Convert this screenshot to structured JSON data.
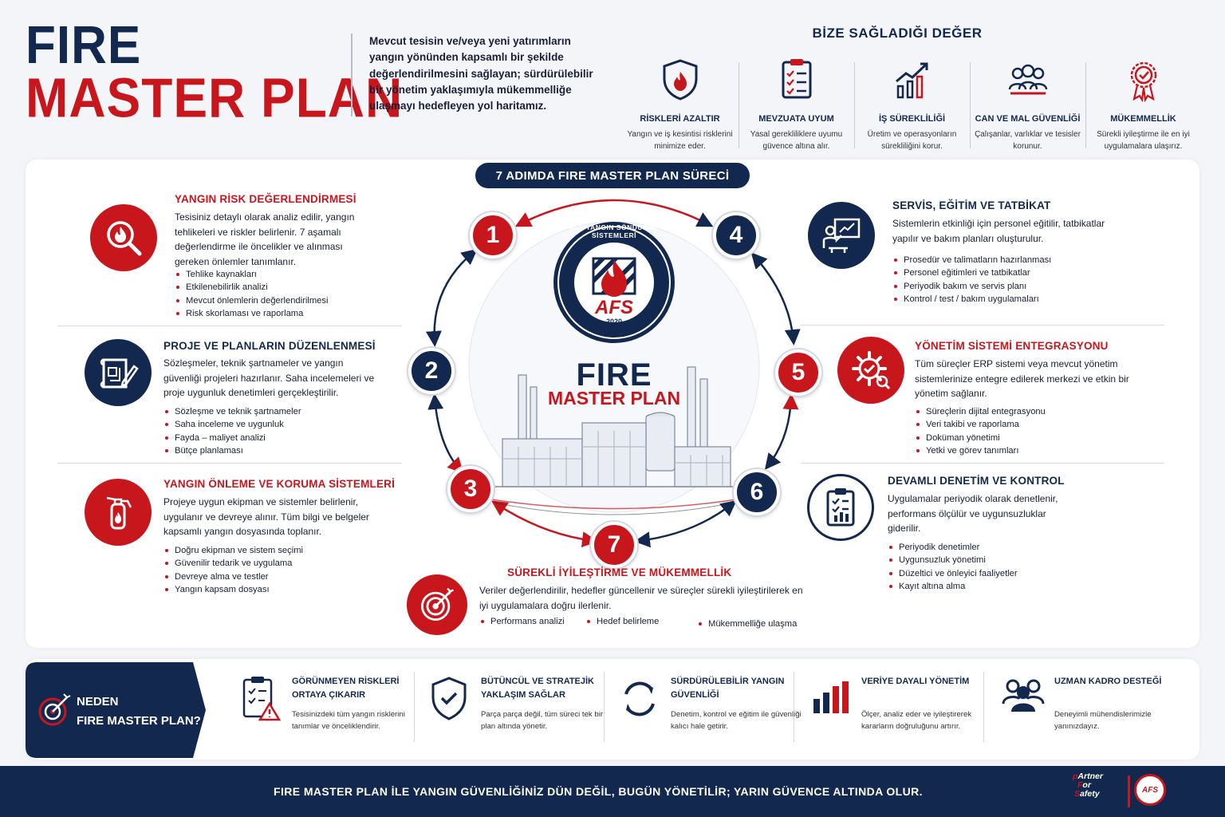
{
  "header": {
    "title_line1": "FIRE",
    "title_line2": "MASTER PLAN",
    "intro": "Mevcut tesisin ve/veya yeni yatırımların yangın yönünden kapsamlı bir şekilde değerlendirilmesini sağlayan; sürdürülebilir bir yönetim yaklaşımıyla mükemmelliğe ulaşmayı hedefleyen yol haritamız."
  },
  "values": {
    "title": "BİZE SAĞLADIĞI DEĞER",
    "items": [
      {
        "name": "RİSKLERİ AZALTIR",
        "desc": "Yangın ve iş kesintisi risklerini minimize eder.",
        "icon": "shield-flame-icon"
      },
      {
        "name": "MEVZUATA UYUM",
        "desc": "Yasal gerekliliklere uyumu güvence altına alır.",
        "icon": "clipboard-check-icon"
      },
      {
        "name": "İŞ SÜREKLİLİĞİ",
        "desc": "Üretim ve operasyonların sürekliliğini korur.",
        "icon": "growth-chart-icon"
      },
      {
        "name": "CAN VE MAL GÜVENLİĞİ",
        "desc": "Çalışanlar, varlıklar ve tesisler korunur.",
        "icon": "people-icon"
      },
      {
        "name": "MÜKEMMELLİK",
        "desc": "Sürekli iyileştirme ile en iyi uygulamalara ulaşırız.",
        "icon": "award-icon"
      }
    ]
  },
  "process": {
    "title": "7 ADIMDA FIRE MASTER PLAN SÜRECİ",
    "center_fire": "FIRE",
    "center_master_plan": "MASTER PLAN",
    "logo": {
      "ring_text": "AFS YANGIN SÖNDÜRME SİSTEMLERİ",
      "brand": "AFS",
      "year": "2020"
    },
    "numbers": [
      "1",
      "2",
      "3",
      "4",
      "5",
      "6",
      "7"
    ],
    "steps": [
      {
        "title": "YANGIN RİSK DEĞERLENDİRMESİ",
        "desc": "Tesisiniz detaylı olarak analiz edilir, yangın tehlikeleri ve riskler belirlenir. 7 aşamalı değerlendirme ile öncelikler ve alınması gereken önlemler tanımlanır.",
        "bullets": [
          "Tehlike kaynakları",
          "Etkilenebilirlik analizi",
          "Mevcut önlemlerin değerlendirilmesi",
          "Risk skorlaması ve raporlama"
        ]
      },
      {
        "title": "PROJE VE PLANLARIN DÜZENLENMESİ",
        "desc": "Sözleşmeler, teknik şartnameler ve yangın güvenliği projeleri hazırlanır. Saha incelemeleri ve proje uygunluk denetimleri gerçekleştirilir.",
        "bullets": [
          "Sözleşme ve teknik şartnameler",
          "Saha inceleme ve uygunluk",
          "Fayda – maliyet analizi",
          "Bütçe planlaması"
        ]
      },
      {
        "title": "YANGIN ÖNLEME VE KORUMA SİSTEMLERİ",
        "desc": "Projeye uygun ekipman ve sistemler belirlenir, uygulanır ve devreye alınır. Tüm bilgi ve belgeler kapsamlı yangın dosyasında toplanır.",
        "bullets": [
          "Doğru ekipman ve sistem seçimi",
          "Güvenilir tedarik ve uygulama",
          "Devreye alma ve testler",
          "Yangın kapsam dosyası"
        ]
      },
      {
        "title": "SERVİS, EĞİTİM VE TATBİKAT",
        "desc": "Sistemlerin etkinliği için personel eğitilir, tatbikatlar yapılır ve bakım planları oluşturulur.",
        "bullets": [
          "Prosedür ve talimatların hazırlanması",
          "Personel eğitimleri ve tatbikatlar",
          "Periyodik bakım ve servis planı",
          "Kontrol / test / bakım uygulamaları"
        ]
      },
      {
        "title": "YÖNETİM SİSTEMİ ENTEGRASYONU",
        "desc": "Tüm süreçler ERP sistemi veya mevcut yönetim sistemlerinize entegre edilerek merkezi ve etkin bir yönetim sağlanır.",
        "bullets": [
          "Süreçlerin dijital entegrasyonu",
          "Veri takibi ve raporlama",
          "Doküman yönetimi",
          "Yetki ve görev tanımları"
        ]
      },
      {
        "title": "DEVAMLI DENETİM VE KONTROL",
        "desc": "Uygulamalar periyodik olarak denetlenir, performans ölçülür ve uygunsuzluklar giderilir.",
        "bullets": [
          "Periyodik denetimler",
          "Uygunsuzluk yönetimi",
          "Düzeltici ve önleyici faaliyetler",
          "Kayıt altına alma"
        ]
      },
      {
        "title": "SÜREKLİ İYİLEŞTİRME VE MÜKEMMELLİK",
        "desc": "Veriler değerlendirilir, hedefler güncellenir ve süreçler sürekli iyileştirilerek en iyi uygulamalara doğru ilerlenir.",
        "bullets": [
          "Performans analizi",
          "Hedef belirleme",
          "Mükemmelliğe ulaşma"
        ]
      }
    ]
  },
  "why": {
    "title_line1": "NEDEN",
    "title_line2": "FIRE MASTER PLAN?",
    "items": [
      {
        "title": "GÖRÜNMEYEN RİSKLERİ ORTAYA ÇIKARIR",
        "desc": "Tesisinizdeki tüm yangın risklerini tanımlar ve önceliklendirir.",
        "icon": "clipboard-warning-icon"
      },
      {
        "title": "BÜTÜNCÜL VE STRATEJİK YAKLAŞIM SAĞLAR",
        "desc": "Parça parça değil, tüm süreci tek bir plan altında yönetir.",
        "icon": "shield-check-icon"
      },
      {
        "title": "SÜRDÜRÜLEBİLİR YANGIN GÜVENLİĞİ",
        "desc": "Denetim, kontrol ve eğitim ile güvenliği kalıcı hale getirir.",
        "icon": "cycle-arrows-icon"
      },
      {
        "title": "VERİYE DAYALI YÖNETİM",
        "desc": "Ölçer, analiz eder ve iyileştirerek kararların doğruluğunu artırır.",
        "icon": "bar-chart-icon"
      },
      {
        "title": "UZMAN KADRO DESTEĞİ",
        "desc": "Deneyimli mühendislerimizle yanınızdayız.",
        "icon": "team-icon"
      }
    ]
  },
  "footer": {
    "text": "FIRE MASTER PLAN İLE YANGIN GÜVENLİĞİNİZ DÜN DEĞİL, BUGÜN YÖNETİLİR; YARIN GÜVENCE ALTINDA OLUR.",
    "partner": {
      "p": "p",
      "a": "Artner",
      "f": "F",
      "or": "or",
      "s": "S",
      "afety": "afety"
    },
    "badge": "AFS"
  },
  "colors": {
    "navy": "#13284f",
    "red": "#c8161d"
  }
}
